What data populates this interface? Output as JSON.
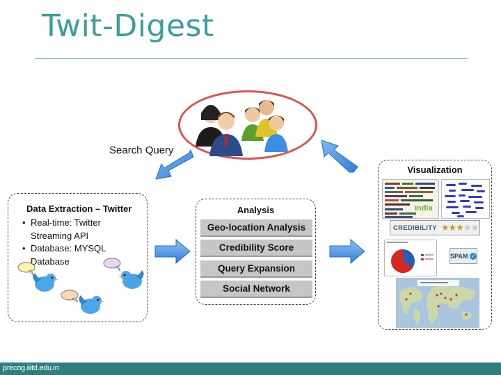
{
  "slide": {
    "title": "Twit-Digest",
    "search_label": "Search Query",
    "footer": "precog.iiitd.edu.in"
  },
  "extraction": {
    "title": "Data Extraction – Twitter",
    "bullets": [
      "Real-time: Twitter Streaming API",
      "Database: MYSQL Database"
    ]
  },
  "analysis": {
    "title": "Analysis",
    "items": [
      "Geo-location Analysis",
      "Credibility Score",
      "Query Expansion",
      "Social Network"
    ]
  },
  "visualization": {
    "title": "Visualization",
    "credibility_label": "CREDIBILITY",
    "credibility_rating": 3,
    "credibility_max": 5,
    "spam_label": "SPAM",
    "wordcloud_feature_word": "India"
  },
  "colors": {
    "title": "#3a9f9a",
    "oval_border": "#d9534f",
    "arrow": "#3d8ee3",
    "footer": "#2f7f7e"
  },
  "icons": [
    "users-group-icon",
    "twitter-bird-icon",
    "speech-bubble-icon",
    "arrow-icon",
    "star-icon",
    "check-icon"
  ]
}
